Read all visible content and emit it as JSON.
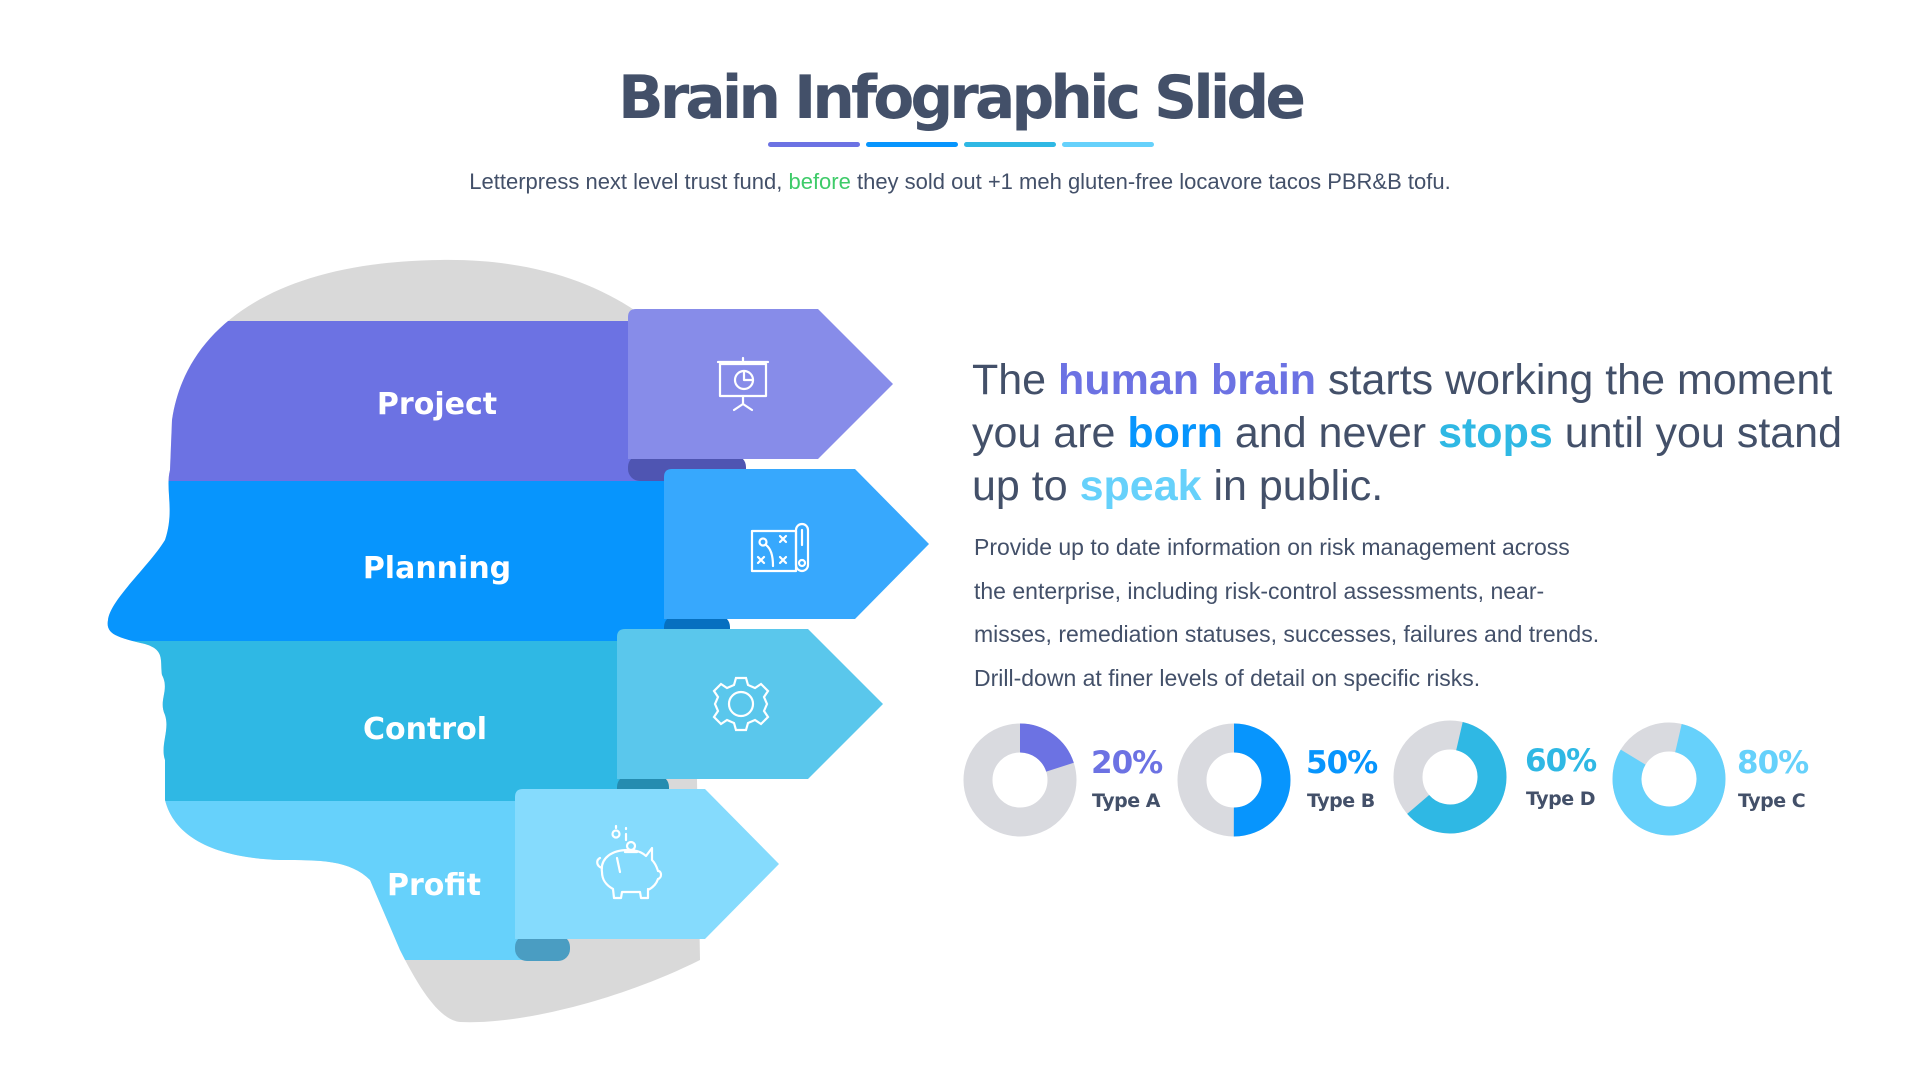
{
  "header": {
    "title": "Brain Infographic Slide",
    "underline_colors": [
      "#6c72e3",
      "#0795fd",
      "#2fb8e4",
      "#66d1fb"
    ],
    "subtitle_before": "Letterpress next level trust fund, ",
    "subtitle_highlight": "before",
    "subtitle_after": " they sold out +1 meh gluten-free locavore tacos PBR&B tofu.",
    "highlight_color": "#3ecb69"
  },
  "head": {
    "bands": [
      {
        "label": "Project",
        "icon": "presentation-chart-icon",
        "band_color": "#6c72e3",
        "arrow_color": "#878ce9",
        "fold_color": "#4f55b2"
      },
      {
        "label": "Planning",
        "icon": "strategy-map-icon",
        "band_color": "#0795fd",
        "arrow_color": "#37a8fd",
        "fold_color": "#0670c0"
      },
      {
        "label": "Control",
        "icon": "gear-icon",
        "band_color": "#2fb8e4",
        "arrow_color": "#5ac7ec",
        "fold_color": "#258cb0"
      },
      {
        "label": "Profit",
        "icon": "piggy-bank-icon",
        "band_color": "#66d1fb",
        "arrow_color": "#85dbfd",
        "fold_color": "#4a9dc2"
      }
    ],
    "skull_color": "#d9d9d9"
  },
  "content": {
    "heading": {
      "p1": "The ",
      "h1": "human brain",
      "p2": " starts working the moment you are ",
      "h2": "born",
      "p3": " and never ",
      "h3": "stops",
      "p4": " until you stand up to ",
      "h4": "speak",
      "p5": " in public.",
      "colors": [
        "#6c72e3",
        "#0795fd",
        "#2fb8e4",
        "#66d1fb"
      ]
    },
    "paragraph_lines": [
      "Provide up to date information on risk management across",
      "the enterprise, including risk-control assessments, near-",
      "misses, remediation statuses, successes, failures and trends.",
      "Drill-down at finer levels of detail on specific risks."
    ]
  },
  "chart_data": {
    "type": "pie",
    "title": "",
    "categories": [
      "Type A",
      "Type B",
      "Type D",
      "Type C"
    ],
    "values": [
      20,
      50,
      60,
      80
    ],
    "value_labels": [
      "20%",
      "50%",
      "60%",
      "80%"
    ],
    "colors": [
      "#6c72e3",
      "#0795fd",
      "#2fb8e4",
      "#66d1fb"
    ],
    "remainder_color": "#d9dadf",
    "style": "donut"
  }
}
